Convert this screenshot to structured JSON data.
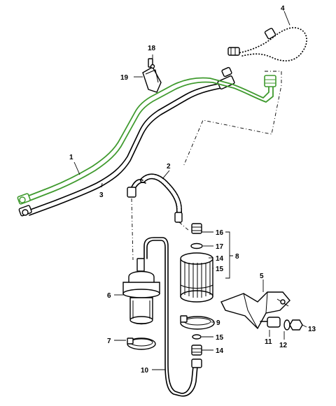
{
  "diagram": {
    "highlight_color": "#3f9a2e",
    "callouts": {
      "c1": "1",
      "c2": "2",
      "c3": "3",
      "c4": "4",
      "c5": "5",
      "c6": "6",
      "c7": "7",
      "c8": "8",
      "c9": "9",
      "c10": "10",
      "c11": "11",
      "c12": "12",
      "c13": "13",
      "c14a": "14",
      "c14b": "14",
      "c15a": "15",
      "c15b": "15",
      "c16": "16",
      "c17": "17",
      "c18": "18",
      "c19": "19"
    }
  }
}
